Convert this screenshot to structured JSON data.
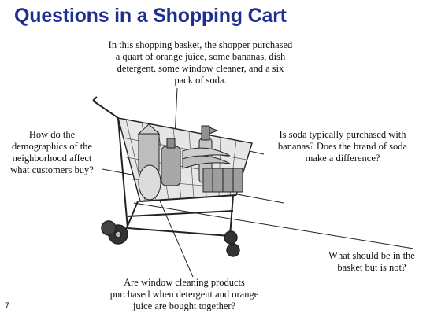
{
  "slide": {
    "title": "Questions in a Shopping Cart",
    "number": "7"
  },
  "callouts": {
    "basket": [
      "In this shopping basket, the shopper purchased",
      "a quart of orange juice, some bananas, dish",
      "detergent, some window cleaner, and a six",
      "pack of soda."
    ],
    "demographics": [
      "How do the",
      "demographics of the",
      "neighborhood affect",
      "what customers buy?"
    ],
    "soda": [
      "Is soda typically purchased with",
      "bananas?  Does the brand of soda",
      "make a difference?"
    ],
    "missing": [
      "What should be in the",
      "basket but is not?"
    ],
    "window": [
      "Are window cleaning products",
      "purchased when detergent and orange",
      "juice are bought together?"
    ]
  },
  "colors": {
    "title": "#1f2f8f",
    "text": "#111111",
    "cart_line": "#222222",
    "cart_fill": "#9a9a9a"
  }
}
